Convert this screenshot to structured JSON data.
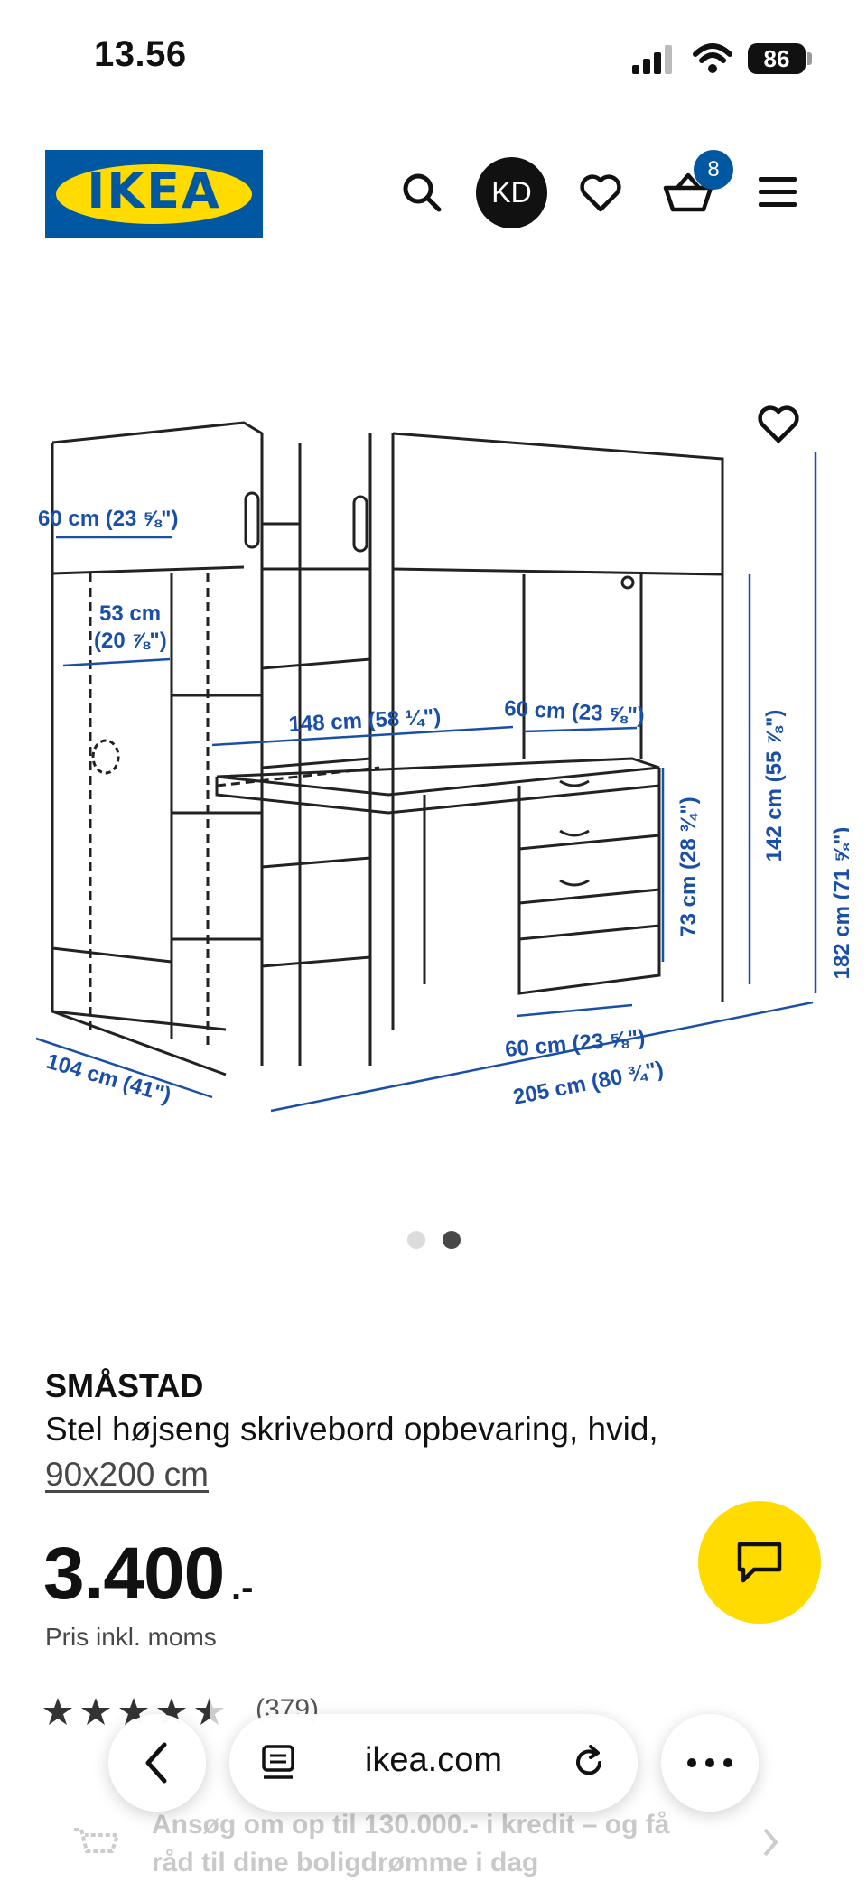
{
  "status_bar": {
    "time": "13.56",
    "battery": "86"
  },
  "header": {
    "logo_text": "IKEA",
    "avatar_initials": "KD",
    "cart_count": "8"
  },
  "gallery": {
    "dimensions": {
      "top_shelf_width": "60 cm (23 ⅝\")",
      "inner_width_cm": "53 cm",
      "inner_width_in": "(20 ⅞\")",
      "desk_width": "148 cm (58 ¼\")",
      "desk_depth": "60 cm (23 ⅝\")",
      "total_height": "182 cm (71 ⅝\")",
      "clearance_height": "142 cm (55 ⅞\")",
      "desk_height": "73 cm (28 ¾\")",
      "drawer_depth": "60 cm (23 ⅝\")",
      "total_depth": "104 cm (41\")",
      "total_length": "205 cm (80 ¾\")"
    }
  },
  "product": {
    "name": "SMÅSTAD",
    "description": "Stel højseng skrivebord opbevaring, hvid,",
    "size": "90x200 cm",
    "price": "3.400",
    "price_suffix": ".-",
    "price_note": "Pris inkl. moms",
    "rating": 4.5,
    "review_count": "(379)"
  },
  "browser": {
    "url": "ikea.com"
  },
  "credit_banner": {
    "line1": "Ansøg om op til 130.000.- i kredit – og få",
    "line2": "råd til dine boligdrømme i dag"
  },
  "colors": {
    "ikea_blue": "#0058a3",
    "ikea_yellow": "#ffdb00",
    "dimension_blue": "#1a4fa8"
  }
}
